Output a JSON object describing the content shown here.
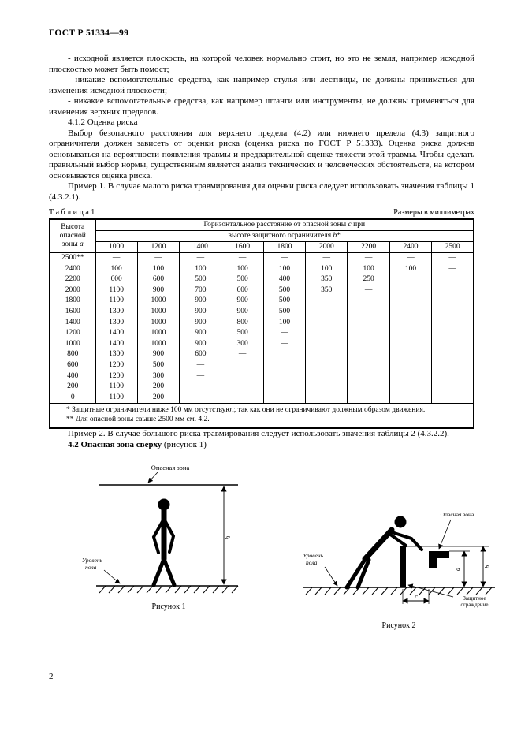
{
  "doc": {
    "header": "ГОСТ Р 51334—99",
    "page_number": "2"
  },
  "paragraphs": {
    "bullet1": "- исходной является плоскость, на которой человек нормально стоит, но это не земля, например исходной плоскостью может быть помост;",
    "bullet2": "- никакие вспомогательные средства, как например стулья или лестницы, не должны приниматься для изменения исходной плоскости;",
    "bullet3": "- никакие вспомогательные средства, как например штанги или инструменты, не должны применяться для изменения  верхних пределов.",
    "heading_412": "4.1.2  Оценка риска",
    "risk_text": "Выбор безопасного расстояния для верхнего предела (4.2) или нижнего предела (4.3) защитного ограничителя должен зависеть от оценки риска (оценка риска по ГОСТ Р 51333). Оценка риска должна основываться на вероятности появления травмы и предварительной оценке тяжести этой травмы. Чтобы сделать правильный выбор нормы, существенным является анализ технических и человеческих обстоятельств, на котором основывается оценка риска.",
    "example1": "Пример 1. В случае малого риска травмирования для оценки риска следует использовать значения таблицы 1 (4.3.2.1).",
    "example2": "Пример 2. В случае большого риска травмирования следует использовать значения таблицы 2 (4.3.2.2).",
    "heading_42_bold": "4.2 Опасная зона сверху",
    "heading_42_rest": " (рисунок 1)"
  },
  "table": {
    "label": "Т а б л и ц а  1",
    "units": "Размеры в миллиметрах",
    "col1_text": "Высота опасной зоны ",
    "col1_var": "a",
    "span_pre": "Горизонтальное расстояние от опасной зоны ",
    "span_var": "c",
    "span_post": " при",
    "sub_pre": "высоте защитного ограничителя ",
    "sub_var": "b",
    "sub_star": "*",
    "col_headers": [
      "1000",
      "1200",
      "1400",
      "1600",
      "1800",
      "2000",
      "2200",
      "2400",
      "2500"
    ],
    "rows": [
      [
        "2500**",
        "—",
        "—",
        "—",
        "—",
        "—",
        "—",
        "—",
        "—",
        "—"
      ],
      [
        "2400",
        "100",
        "100",
        "100",
        "100",
        "100",
        "100",
        "100",
        "100",
        "—"
      ],
      [
        "2200",
        "600",
        "600",
        "500",
        "500",
        "400",
        "350",
        "250",
        "",
        ""
      ],
      [
        "2000",
        "1100",
        "900",
        "700",
        "600",
        "500",
        "350",
        "—",
        "",
        ""
      ],
      [
        "1800",
        "1100",
        "1000",
        "900",
        "900",
        "500",
        "—",
        "",
        "",
        ""
      ],
      [
        "1600",
        "1300",
        "1000",
        "900",
        "900",
        "500",
        "",
        "",
        "",
        ""
      ],
      [
        "1400",
        "1300",
        "1000",
        "900",
        "800",
        "100",
        "",
        "",
        "",
        ""
      ],
      [
        "1200",
        "1400",
        "1000",
        "900",
        "500",
        "—",
        "",
        "",
        "",
        ""
      ],
      [
        "1000",
        "1400",
        "1000",
        "900",
        "300",
        "—",
        "",
        "",
        "",
        ""
      ],
      [
        "800",
        "1300",
        "900",
        "600",
        "—",
        "",
        "",
        "",
        "",
        ""
      ],
      [
        "600",
        "1200",
        "500",
        "—",
        "",
        "",
        "",
        "",
        "",
        ""
      ],
      [
        "400",
        "1200",
        "300",
        "—",
        "",
        "",
        "",
        "",
        "",
        ""
      ],
      [
        "200",
        "1100",
        "200",
        "—",
        "",
        "",
        "",
        "",
        "",
        ""
      ],
      [
        "0",
        "1100",
        "200",
        "—",
        "",
        "",
        "",
        "",
        "",
        ""
      ]
    ],
    "footnote1": "* Защитные ограничители ниже 100 мм отсутствуют, так как они не ограничивают должным образом движения.",
    "footnote2": "** Для опасной зоны свыше 2500 мм см. 4.2."
  },
  "figures": {
    "fig1": {
      "danger_label": "Опасная зона",
      "floor_label_1": "Уровень",
      "floor_label_2": "пола",
      "dim_h": "h",
      "caption": "Рисунок 1"
    },
    "fig2": {
      "danger_label": "Опасная зона",
      "floor_label_1": "Уровень",
      "floor_label_2": "пола",
      "guard_label_1": "Защитное",
      "guard_label_2": "ограждение",
      "dim_a": "a",
      "dim_b": "b",
      "dim_c": "c",
      "caption": "Рисунок 2"
    }
  }
}
